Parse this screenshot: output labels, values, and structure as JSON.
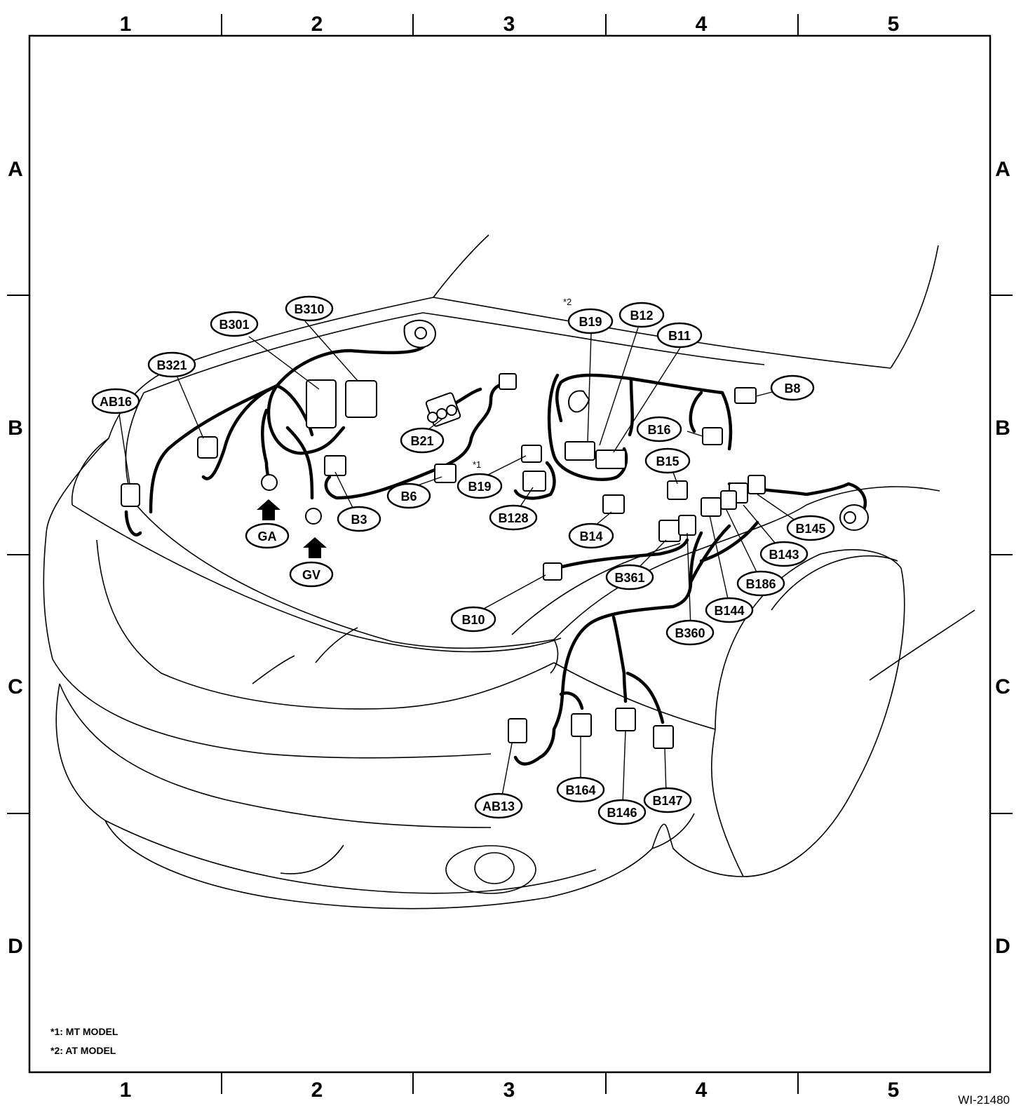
{
  "grid": {
    "columns": [
      "1",
      "2",
      "3",
      "4",
      "5"
    ],
    "rows": [
      "A",
      "B",
      "C",
      "D"
    ]
  },
  "connectors": [
    {
      "id": "b310",
      "label": "B310"
    },
    {
      "id": "b301",
      "label": "B301"
    },
    {
      "id": "b321",
      "label": "B321"
    },
    {
      "id": "ab16",
      "label": "AB16"
    },
    {
      "id": "b21",
      "label": "B21"
    },
    {
      "id": "b6",
      "label": "B6"
    },
    {
      "id": "b3",
      "label": "B3"
    },
    {
      "id": "ga",
      "label": "GA"
    },
    {
      "id": "gv",
      "label": "GV"
    },
    {
      "id": "b19-mt",
      "label": "B19"
    },
    {
      "id": "b128",
      "label": "B128"
    },
    {
      "id": "b19-at",
      "label": "B19"
    },
    {
      "id": "b12",
      "label": "B12"
    },
    {
      "id": "b11",
      "label": "B11"
    },
    {
      "id": "b8",
      "label": "B8"
    },
    {
      "id": "b16",
      "label": "B16"
    },
    {
      "id": "b15",
      "label": "B15"
    },
    {
      "id": "b14",
      "label": "B14"
    },
    {
      "id": "b145",
      "label": "B145"
    },
    {
      "id": "b143",
      "label": "B143"
    },
    {
      "id": "b186",
      "label": "B186"
    },
    {
      "id": "b361",
      "label": "B361"
    },
    {
      "id": "b144",
      "label": "B144"
    },
    {
      "id": "b360",
      "label": "B360"
    },
    {
      "id": "b10",
      "label": "B10"
    },
    {
      "id": "ab13",
      "label": "AB13"
    },
    {
      "id": "b164",
      "label": "B164"
    },
    {
      "id": "b146",
      "label": "B146"
    },
    {
      "id": "b147",
      "label": "B147"
    }
  ],
  "markers": {
    "mt": "*1",
    "at": "*2"
  },
  "notes": [
    "*1: MT MODEL",
    "*2: AT MODEL"
  ],
  "document_id": "WI-21480"
}
